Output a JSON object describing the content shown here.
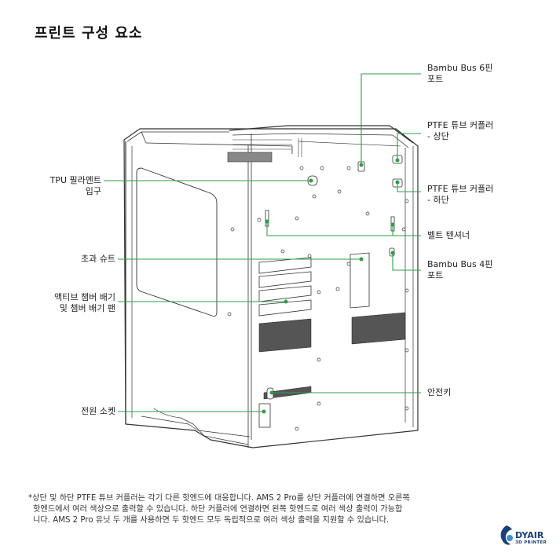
{
  "title": "프린트 구성 요소",
  "labels": {
    "bambu_bus_6": [
      "Bambu Bus 6핀",
      "포트"
    ],
    "ptfe_top": [
      "PTFE 튜브 커플러",
      "- 상단"
    ],
    "ptfe_bottom": [
      "PTFE 튜브 커플러",
      "- 하단"
    ],
    "belt_tensioner": [
      "벨트 텐셔너"
    ],
    "bambu_bus_4": [
      "Bambu Bus 4핀",
      "포트"
    ],
    "safety_key": [
      "안전키"
    ],
    "tpu_inlet": [
      "TPU 필라멘트",
      "입구"
    ],
    "excess_chute": [
      "초과 슈트"
    ],
    "chamber_exhaust": [
      "액티브 챔버 배기",
      "및 챔버 배기 팬"
    ],
    "power_socket": [
      "전원 소켓"
    ]
  },
  "footnote": [
    "*상단 및 하단 PTFE 튜브 커플러는 각기 다른 핫엔드에 대응합니다. AMS 2 Pro를 상단 커플러에 연결하면 오른쪽",
    "핫엔드에서 여러 색상으로 출력할 수 있습니다. 하단 커플러에 연결하면 왼쪽 핫엔드로 여러 색상 출력이 가능합",
    "니다. AMS 2 Pro 유닛 두 개를 사용하면 두 핫엔드 모두 독립적으로 여러 색상 출력을 지원할 수 있습니다."
  ],
  "logo": {
    "brand": "DYAIR",
    "sub": "3D PRINTER"
  },
  "colors": {
    "callout": "#2e9e4a",
    "outline": "#333333",
    "logo": "#1b3f7a"
  }
}
